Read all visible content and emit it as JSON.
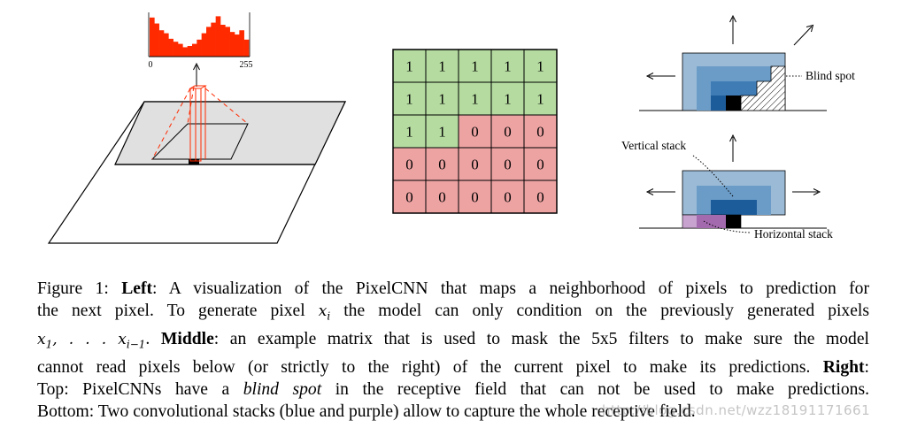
{
  "figure": {
    "left_panel": {
      "histogram_min_label": "0",
      "histogram_max_label": "255",
      "histogram_color": "#ff2a00",
      "histogram_levels": [
        0.92,
        0.78,
        0.62,
        0.55,
        0.42,
        0.35,
        0.3,
        0.22,
        0.25,
        0.3,
        0.4,
        0.55,
        0.7,
        0.8,
        0.95,
        0.75,
        0.7,
        0.58,
        0.52,
        0.62,
        0.4
      ]
    },
    "middle_panel": {
      "mask": [
        [
          "1",
          "1",
          "1",
          "1",
          "1"
        ],
        [
          "1",
          "1",
          "1",
          "1",
          "1"
        ],
        [
          "1",
          "1",
          "0",
          "0",
          "0"
        ],
        [
          "0",
          "0",
          "0",
          "0",
          "0"
        ],
        [
          "0",
          "0",
          "0",
          "0",
          "0"
        ]
      ],
      "one_color": "#b5dba0",
      "zero_color": "#eea3a3"
    },
    "right_panel": {
      "blind_spot_label": "Blind spot",
      "vertical_stack_label": "Vertical stack",
      "horizontal_stack_label": "Horizontal stack",
      "blue_colors": [
        "#9bbad6",
        "#6b9cc8",
        "#3f7cb6",
        "#1d5c9a"
      ],
      "purple_colors": [
        "#c9a3cf",
        "#a46aae"
      ]
    }
  },
  "caption": {
    "figure_label": "Figure 1: ",
    "left_label": "Left",
    "line1_rest": ": A visualization of the PixelCNN that maps a neighborhood of pixels to prediction for",
    "line2_a": "the next pixel. To generate pixel ",
    "line2_math": "x",
    "line2_math_sub": "i",
    "line2_b": " the model can only condition on the previously generated pixels",
    "line3_math_a": "x",
    "line3_math_a_sub": "1",
    "line3_math_mid": ", . . . x",
    "line3_math_b_sub": "i−1",
    "line3_dot": ". ",
    "middle_label": "Middle",
    "line3_rest": ": an example matrix that is used to mask the 5x5 filters to make sure the model",
    "line4_a": "cannot read pixels below (or strictly to the right) of the current pixel to make its predictions. ",
    "right_label": "Right",
    "line4_colon": ":",
    "line5_a": "Top: PixelCNNs have a ",
    "blind_spot_italic": "blind spot",
    "line5_b": " in the receptive field that can not be used to make predictions.",
    "line6": "Bottom: Two convolutional stacks (blue and purple) allow to capture the whole receptive field."
  },
  "watermark": "http://blog.csdn.net/wzz18191171661"
}
